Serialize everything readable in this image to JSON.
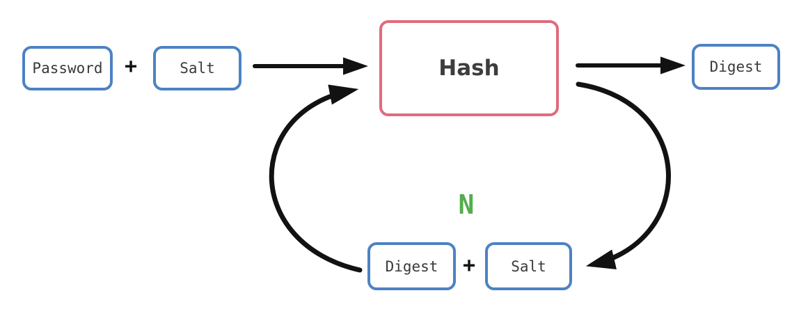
{
  "diagram": {
    "nodes": {
      "password": {
        "label": "Password"
      },
      "salt_input": {
        "label": "Salt"
      },
      "hash": {
        "label": "Hash"
      },
      "digest_output": {
        "label": "Digest"
      },
      "digest_feedback": {
        "label": "Digest"
      },
      "salt_feedback": {
        "label": "Salt"
      }
    },
    "operators": {
      "plus_input": "+",
      "plus_feedback": "+"
    },
    "iteration_label": "N",
    "colors": {
      "node_border_blue": "#4d82c4",
      "hash_border_red": "#e06b7d",
      "iteration_green": "#54ae4e",
      "arrow_black": "#121212",
      "label_text": "#3a3a3a",
      "background": "#ffffff"
    }
  }
}
